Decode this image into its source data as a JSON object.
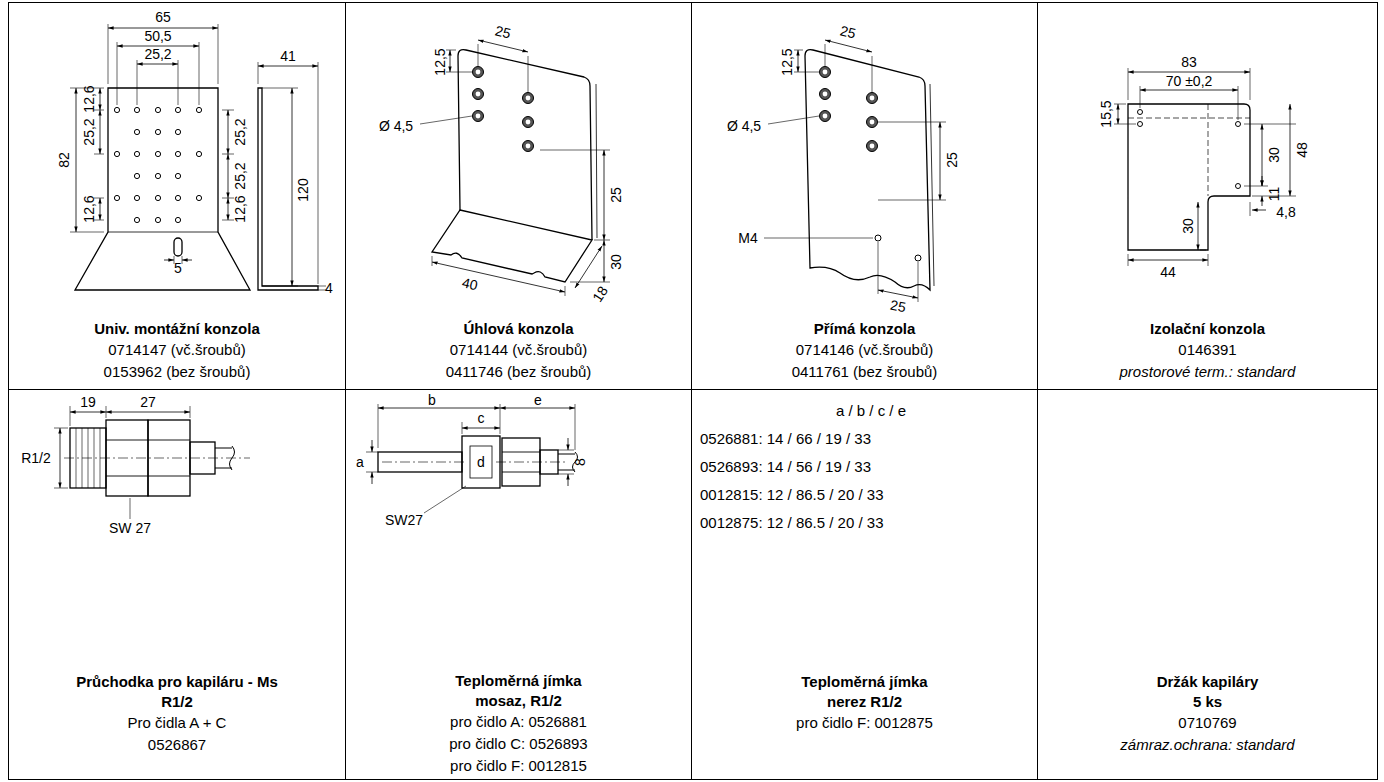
{
  "diagram": {
    "nodes": [
      {
        "text": [
          "Univ. montážní konzola",
          "0714147 (vč.šroubů)",
          "0153962 (bez šroubů)"
        ]
      },
      {
        "text": [
          "Úhlová konzola",
          "0714144 (vč.šroubů)",
          "0411746 (bez šroubů)"
        ]
      },
      {
        "text": [
          "Přímá konzola",
          "0714146 (vč.šroubů)",
          "0411761 (bez šroubů)"
        ]
      },
      {
        "text": [
          "Izolační konzola",
          "0146391",
          "prostorové term.: standard"
        ]
      },
      {
        "text": [
          "Průchodka pro kapiláru - Ms R1/2",
          "Pro čidla A + C",
          "0526867"
        ]
      },
      {
        "text": [
          "Teploměrná jímka mosaz, R1/2",
          "pro čidlo A: 0526881",
          "pro čidlo C: 0526893",
          "pro čidlo F: 0012815"
        ]
      },
      {
        "text": [
          "Teploměrná jímka nerez R1/2",
          "pro čidlo F: 0012875"
        ]
      },
      {
        "text": [
          "Držák kapiláry 5 ks",
          "0710769",
          "zámraz.ochrana: standard"
        ]
      }
    ],
    "labels": [
      "65",
      "50,5",
      "25,2",
      "82",
      "12,6",
      "25,2",
      "12,6",
      "25,2",
      "25,2",
      "12,6",
      "5",
      "41",
      "120",
      "4",
      "12,5",
      "25",
      "Ø 4,5",
      "25",
      "30",
      "40",
      "18",
      "12,5",
      "25",
      "Ø 4,5",
      "25",
      "M4",
      "25",
      "83",
      "70 ±0,2",
      "15,5",
      "30",
      "48",
      "11",
      "4,8",
      "30",
      "44",
      "19",
      "27",
      "R1/2",
      "SW 27",
      "b",
      "c",
      "e",
      "a",
      "d",
      "8",
      "SW27",
      "a / b / c / e",
      "0526881: 14 / 66 / 19 / 33",
      "0526893: 14 / 56 / 19 / 33",
      "0012815: 12 / 86.5 / 20 / 33",
      "0012875: 12 / 86.5 / 20 / 33"
    ]
  }
}
